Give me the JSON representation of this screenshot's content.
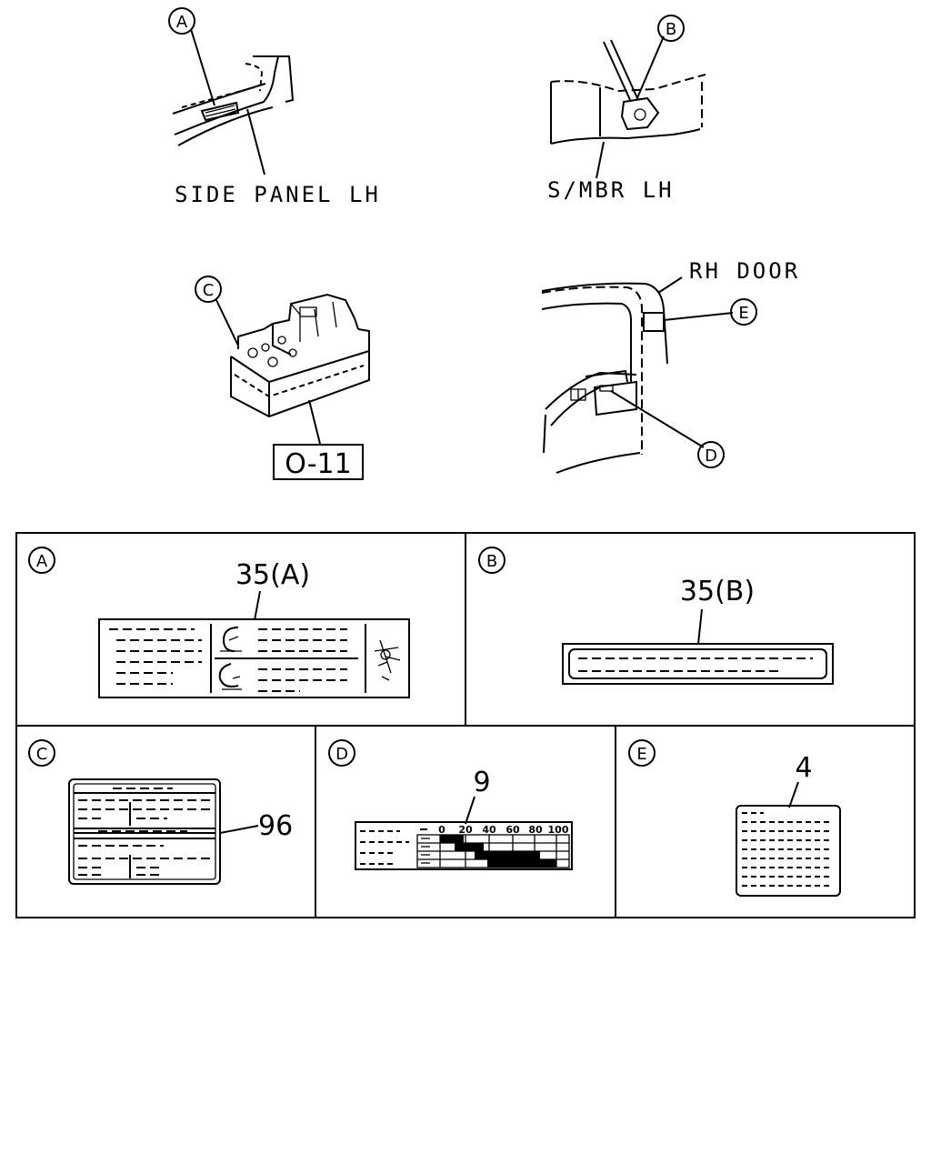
{
  "callouts": {
    "a": "A",
    "b": "B",
    "c": "C",
    "d": "D",
    "e": "E"
  },
  "locations": {
    "side_panel": "SIDE PANEL LH",
    "s_mbr": "S/MBR LH",
    "rh_door": "RH DOOR",
    "ref_box": "O-11"
  },
  "panels": {
    "a": {
      "tag": "A",
      "part_number": "35(A)"
    },
    "b": {
      "tag": "B",
      "part_number": "35(B)"
    },
    "c": {
      "tag": "C",
      "part_number": "96"
    },
    "d": {
      "tag": "D",
      "part_number": "9",
      "scale_ticks": [
        "0",
        "20",
        "40",
        "60",
        "80",
        "100"
      ]
    },
    "e": {
      "tag": "E",
      "part_number": "4"
    }
  }
}
